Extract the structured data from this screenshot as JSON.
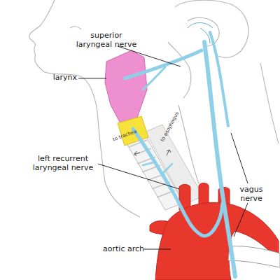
{
  "diagram": {
    "labels": [
      "superior laryngeal nerve",
      "larynx",
      "vagus nerve",
      "left recurrent laryngeal nerve",
      "to trachea",
      "to esophagus",
      "aortic arch"
    ]
  }
}
